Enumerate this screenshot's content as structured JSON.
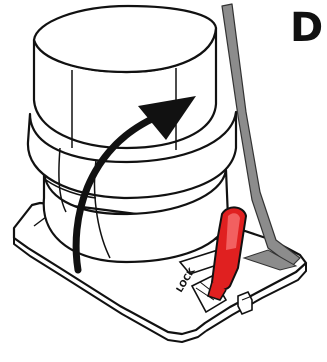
{
  "step": {
    "letter": "D"
  },
  "labels": {
    "lock": "LOCK"
  },
  "colors": {
    "outline": "#111111",
    "fill": "#ffffff",
    "lever_red": "#e02020",
    "lever_red_highlight": "#f26060",
    "rod_gray": "#8c8c8c",
    "arrow": "#111111"
  },
  "icons": [
    "curved-rotate-arrow",
    "lock-lever",
    "connector-rod"
  ]
}
